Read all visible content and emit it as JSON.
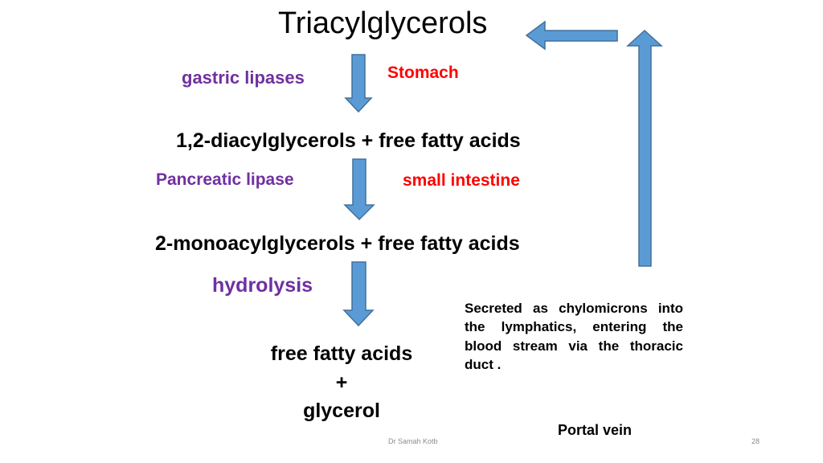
{
  "title": "Triacylglycerols",
  "colors": {
    "enzyme": "#7030a0",
    "location": "#ff0000",
    "arrow_fill": "#5b9bd5",
    "arrow_stroke": "#41719c",
    "footer": "#8c8c8c"
  },
  "steps": {
    "gastric_enzyme": "gastric lipases",
    "stomach_location": "Stomach",
    "product_1": "1,2-diacylglycerols + free fatty acids",
    "pancreatic_enzyme": "Pancreatic lipase",
    "intestine_location": "small intestine",
    "product_2": "2-monoacylglycerols + free fatty acids",
    "hydrolysis_label": "hydrolysis",
    "final_products": {
      "line1": "free fatty acids",
      "line2": "+",
      "line3": "glycerol"
    }
  },
  "note": "Secreted as chylomicrons into the lymphatics, entering the blood stream via the thoracic duct .",
  "portal_vein": "Portal vein",
  "footer": {
    "author": "Dr Samah Kotb",
    "page_number": "28"
  },
  "icons": [
    "arrow-down-icon",
    "arrow-up-icon",
    "arrow-left-icon"
  ]
}
